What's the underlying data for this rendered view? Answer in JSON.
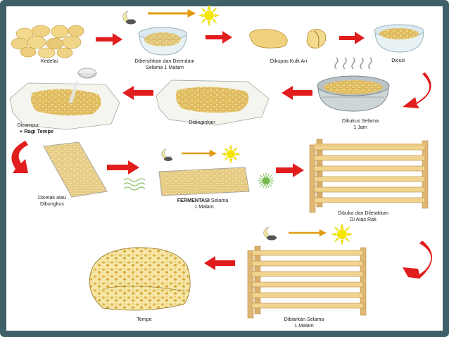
{
  "steps": {
    "kedelai": "Kedelai",
    "rendam_1": "Dibersihkan dan Direndam",
    "rendam_2": "Selama 1 Malam",
    "kupas": "Dikupas Kulit Ari",
    "cuci": "Dicuci",
    "kukus_1": "Dikukus Selama",
    "kukus_2": "1 Jam",
    "dingin": "Didinginkan",
    "campur_1": "Dicampur",
    "campur_2": "+ Ragi Tempe",
    "cetak_1": "Dicetak atau",
    "cetak_2": "Dibungkus",
    "fermentasi_bold": "FERMENTASI",
    "fermentasi_rest": " Selama",
    "fermentasi_2": "1 Malam",
    "rak_1": "Dibuka dan Diletakkan",
    "rak_2": "Di Atas Rak",
    "biarkan_1": "Dibiarkan Selama",
    "biarkan_2": "1 Malam",
    "tempe": "Tempe"
  },
  "colors": {
    "frame": "#3d6166",
    "arrow": "#e21d1d",
    "soy": "#e6c66a",
    "soy_dark": "#c79a34",
    "wood": "#e0b876",
    "wood_dark": "#b98a45",
    "sun": "#f5e600",
    "time_arrow": "#e09b10"
  },
  "icons": [
    "moon-cloud-icon",
    "sun-icon",
    "time-arrow-icon",
    "red-arrow-icon",
    "curved-arrow-icon",
    "steam-icon",
    "mold-icon"
  ]
}
